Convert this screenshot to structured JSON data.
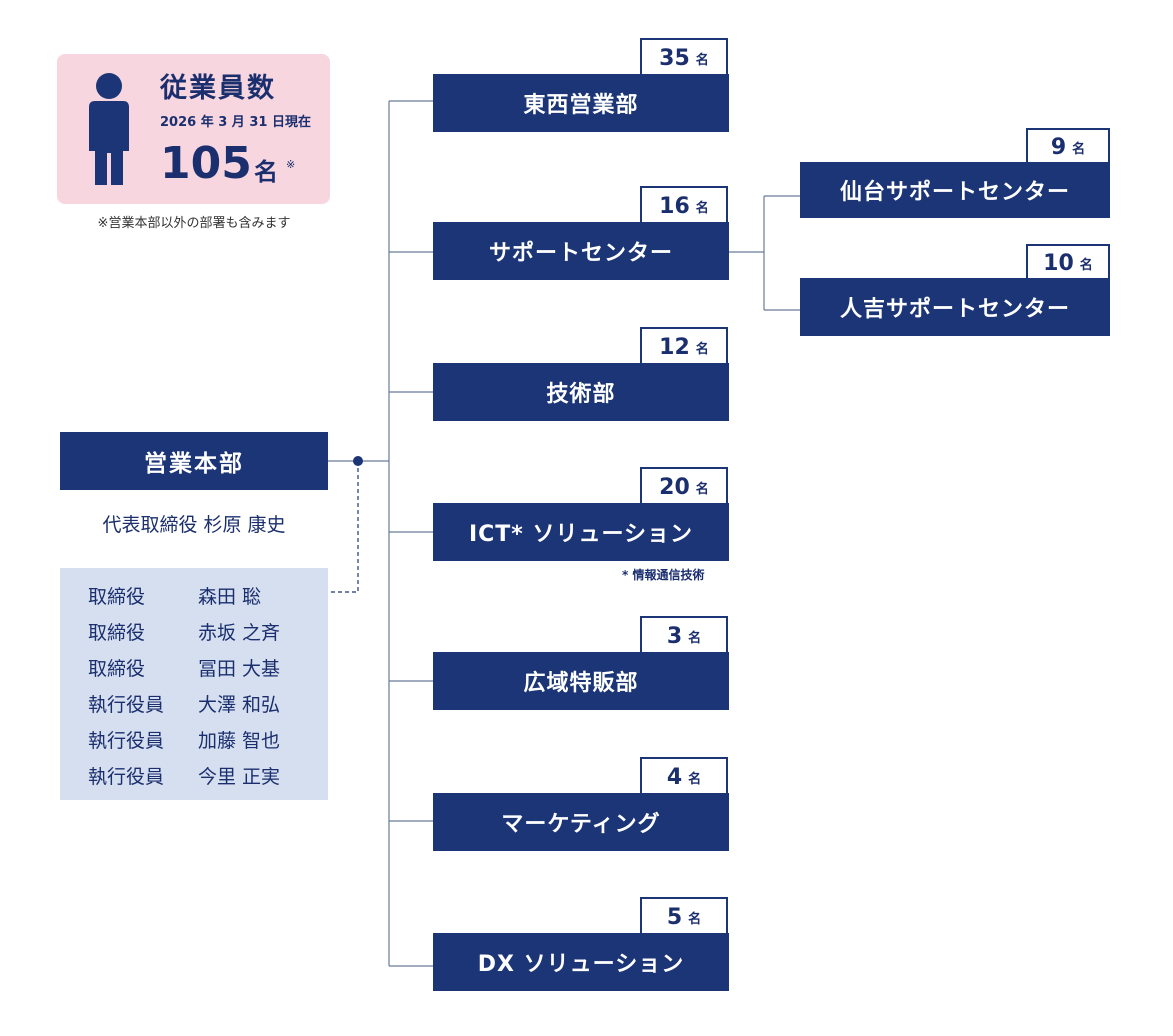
{
  "summary": {
    "title": "従業員数",
    "date": "2026 年 3 月 31 日現在",
    "count": "105",
    "unit": "名",
    "mark": "※",
    "note": "※営業本部以外の部署も含みます"
  },
  "headquarters": {
    "name": "営業本部",
    "ceo": "代表取締役  杉原 康史",
    "executives": [
      {
        "role": "取締役",
        "name": "森田 聡"
      },
      {
        "role": "取締役",
        "name": "赤坂 之斉"
      },
      {
        "role": "取締役",
        "name": "冨田 大基"
      },
      {
        "role": "執行役員",
        "name": "大澤 和弘"
      },
      {
        "role": "執行役員",
        "name": "加藤 智也"
      },
      {
        "role": "執行役員",
        "name": "今里 正実"
      }
    ]
  },
  "departments": [
    {
      "name": "東西営業部",
      "count": "35",
      "unit": "名"
    },
    {
      "name": "サポートセンター",
      "count": "16",
      "unit": "名"
    },
    {
      "name": "技術部",
      "count": "12",
      "unit": "名"
    },
    {
      "name": "ICT* ソリューション",
      "count": "20",
      "unit": "名",
      "footnote": "* 情報通信技術"
    },
    {
      "name": "広域特販部",
      "count": "3",
      "unit": "名"
    },
    {
      "name": "マーケティング",
      "count": "4",
      "unit": "名"
    },
    {
      "name": "DX ソリューション",
      "count": "5",
      "unit": "名"
    }
  ],
  "sub_centers": [
    {
      "name": "仙台サポートセンター",
      "count": "9",
      "unit": "名"
    },
    {
      "name": "人吉サポートセンター",
      "count": "10",
      "unit": "名"
    }
  ],
  "colors": {
    "navy": "#1b3577",
    "pink": "#f7d6df",
    "light_blue": "#d6dff0"
  }
}
